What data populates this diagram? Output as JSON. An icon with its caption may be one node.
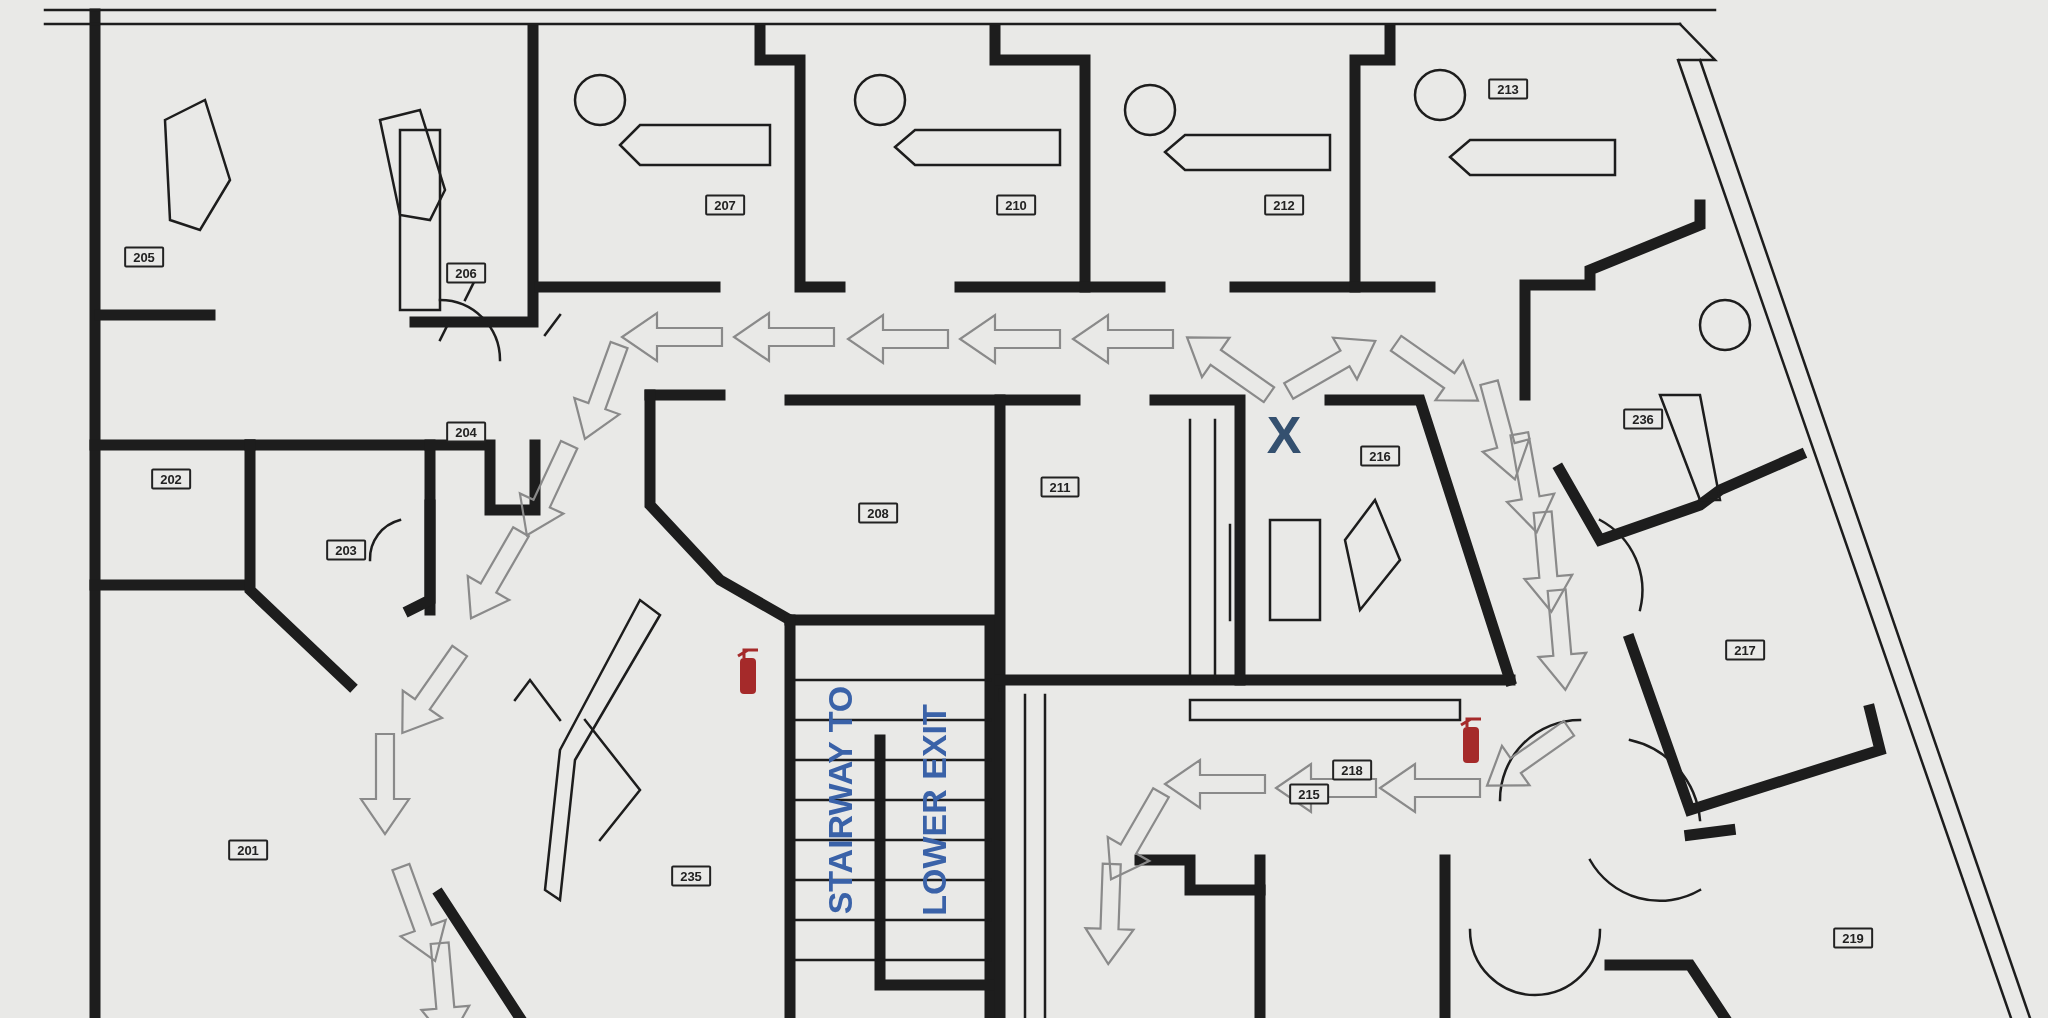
{
  "diagram": {
    "labels": [
      "213",
      "207",
      "210",
      "212",
      "205",
      "206",
      "236",
      "204",
      "X",
      "216",
      "202",
      "211",
      "208",
      "203",
      "217",
      "STAIRWAY TO",
      "LOWER EXIT",
      "218",
      "215",
      "201",
      "235",
      "219"
    ]
  }
}
